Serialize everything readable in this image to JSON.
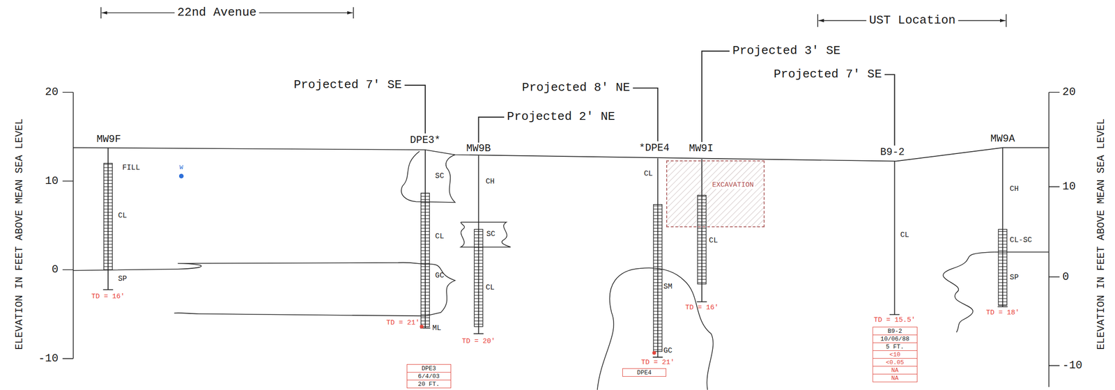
{
  "diagram": {
    "nodes": [
      {
        "text": [
          "EXCAVATION"
        ]
      },
      {
        "text": [
          "DPE3",
          "6/4/03",
          "20 FT."
        ]
      },
      {
        "text": [
          "DPE4"
        ]
      },
      {
        "text": [
          "B9-2",
          "10/06/88",
          "5 FT.",
          "<10",
          "<0.05",
          "NA",
          "NA"
        ]
      }
    ],
    "labels": [
      "22nd Avenue",
      "UST Location",
      "ELEVATION IN FEET ABOVE MEAN SEA LEVEL",
      "20",
      "10",
      "0",
      "-10",
      "ELEVATION IN FEET ABOVE MEAN SEA LEVEL",
      "20",
      "10",
      "0",
      "-10",
      "Projected 7' SE",
      "Projected 2' NE",
      "Projected 8' NE",
      "Projected 3' SE",
      "Projected 7' SE",
      "MW9F",
      "DPE3*",
      "MW9B",
      "*DPE4",
      "MW9I",
      "B9-2",
      "MW9A",
      "FILL",
      "CL",
      "SP",
      "W",
      "SC",
      "CL",
      "GC",
      "ML",
      "CH",
      "SC",
      "CL",
      "CL",
      "SM",
      "GC",
      "CL",
      "CL",
      "CH",
      "CL-SC",
      "SP",
      "TD = 16'",
      "TD = 21'",
      "TD = 20'",
      "TD = 21'",
      "TD = 16'",
      "TD = 15.5'",
      "TD = 18'"
    ]
  }
}
